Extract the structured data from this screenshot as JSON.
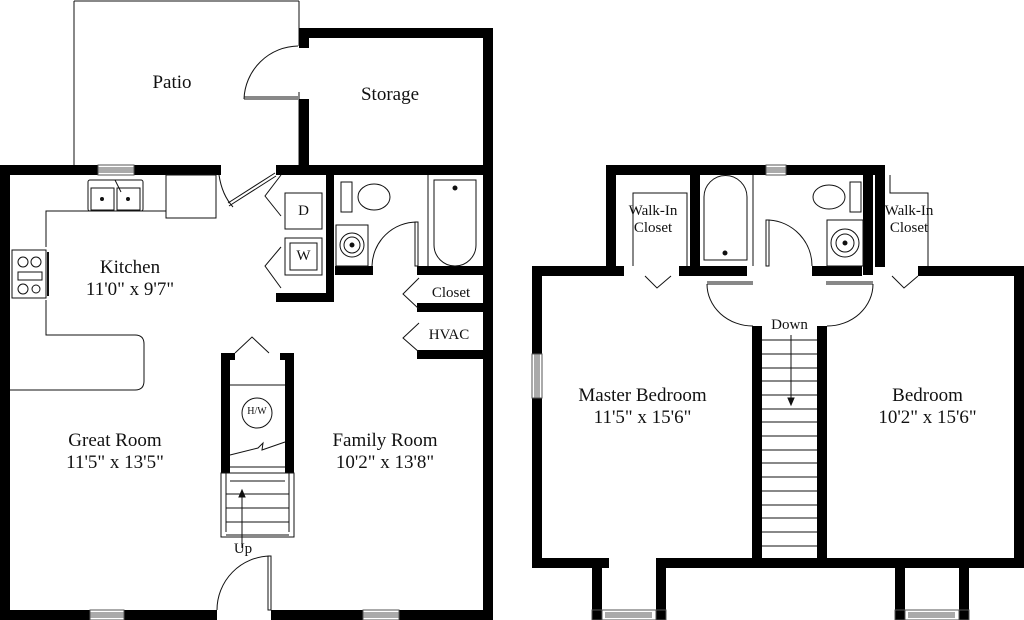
{
  "floor_plan": {
    "colors": {
      "wall": "#000000",
      "line": "#111111",
      "background": "#ffffff",
      "text": "#111111"
    },
    "first_floor": {
      "rooms": [
        {
          "id": "patio",
          "name": "Patio",
          "dimensions": ""
        },
        {
          "id": "storage",
          "name": "Storage",
          "dimensions": ""
        },
        {
          "id": "kitchen",
          "name": "Kitchen",
          "dimensions": "11'0\" x 9'7\""
        },
        {
          "id": "great-room",
          "name": "Great Room",
          "dimensions": "11'5\" x 13'5\""
        },
        {
          "id": "family-room",
          "name": "Family Room",
          "dimensions": "10'2\" x 13'8\""
        },
        {
          "id": "closet",
          "name": "Closet",
          "dimensions": ""
        },
        {
          "id": "hvac",
          "name": "HVAC",
          "dimensions": ""
        }
      ],
      "appliances": {
        "dryer": "D",
        "washer": "W",
        "water_heater": "H/W"
      },
      "stairs_label": "Up"
    },
    "second_floor": {
      "rooms": [
        {
          "id": "walk-in-closet-left",
          "name": "Walk-In Closet",
          "line1": "Walk-In",
          "line2": "Closet"
        },
        {
          "id": "walk-in-closet-right",
          "name": "Walk-In Closet",
          "line1": "Walk-In",
          "line2": "Closet"
        },
        {
          "id": "master-bedroom",
          "name": "Master Bedroom",
          "dimensions": "11'5\" x 15'6\""
        },
        {
          "id": "bedroom",
          "name": "Bedroom",
          "dimensions": "10'2\" x 15'6\""
        }
      ],
      "stairs_label": "Down"
    }
  }
}
